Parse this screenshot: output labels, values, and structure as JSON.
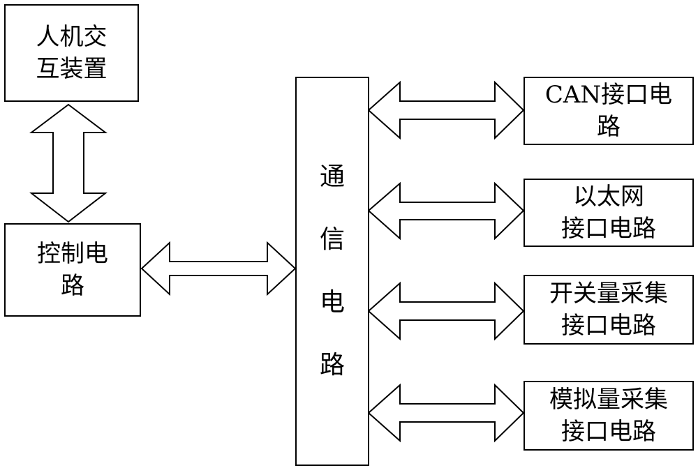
{
  "colors": {
    "stroke": "#000000",
    "fill": "#ffffff"
  },
  "blocks": {
    "hmi": {
      "line1": "人机交",
      "line2": "互装置"
    },
    "control": {
      "line1": "控制电",
      "line2": "路"
    },
    "comm": {
      "chars": [
        "通",
        "信",
        "电",
        "路"
      ]
    },
    "can": {
      "line1": "CAN接口电",
      "line2": "路"
    },
    "ethernet": {
      "line1": "以太网",
      "line2": "接口电路"
    },
    "switch": {
      "line1": "开关量采集",
      "line2": "接口电路"
    },
    "analog": {
      "line1": "模拟量采集",
      "line2": "接口电路"
    }
  }
}
